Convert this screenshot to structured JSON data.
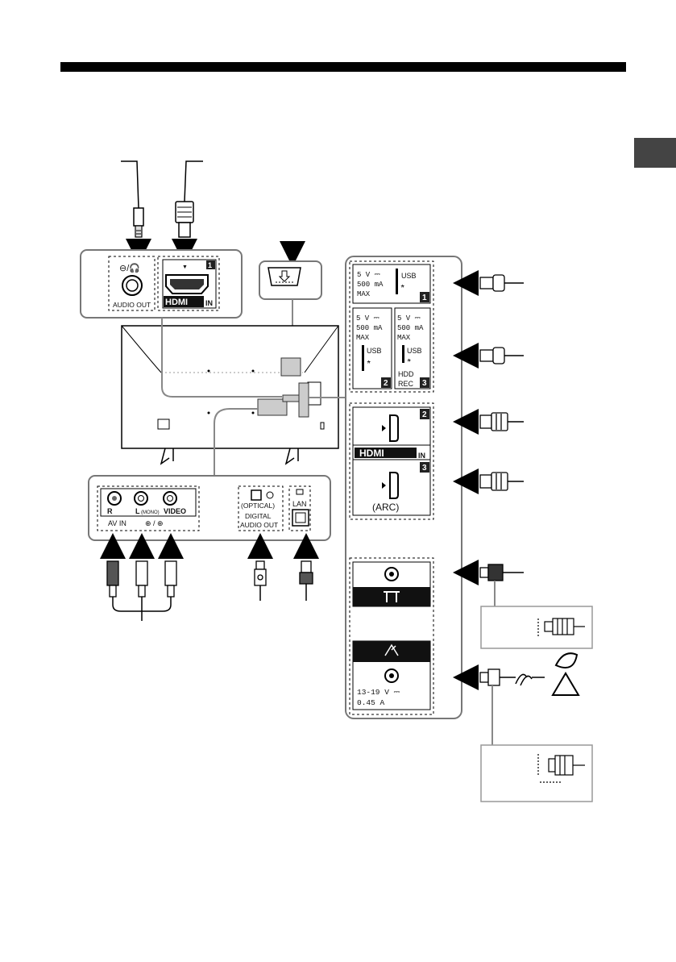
{
  "side_tab": {
    "color": "#444444"
  },
  "headphone": {
    "symbol": "⊖/🎧",
    "label": "AUDIO OUT",
    "icon": "headphone-jack-icon"
  },
  "hdmi1": {
    "num": "1",
    "logo": "HDMI",
    "suffix": "IN",
    "marker": "▼"
  },
  "usb_port": {
    "num1": "1",
    "num2": "2",
    "num3": "3",
    "rating_v": "5 V ⎓",
    "rating_ma": "500 mA",
    "rating_max": "MAX",
    "label": "USB",
    "hdd_line1": "HDD",
    "hdd_line2": "REC"
  },
  "hdmi_side": {
    "num2": "2",
    "num3": "3",
    "logo": "HDMI",
    "suffix": "IN",
    "arc": "(ARC)"
  },
  "av": {
    "r": "R",
    "l": "L",
    "mono": "(MONO)",
    "video": "VIDEO",
    "label": "AV IN",
    "sub": "⊕ / ⊕"
  },
  "optical": {
    "line1": "(OPTICAL)",
    "line2": "DIGITAL",
    "line3": "AUDIO OUT"
  },
  "lan": {
    "label": "LAN"
  },
  "satellite": {
    "volt": "13-19 V ⎓",
    "amp": "0.45 A"
  }
}
